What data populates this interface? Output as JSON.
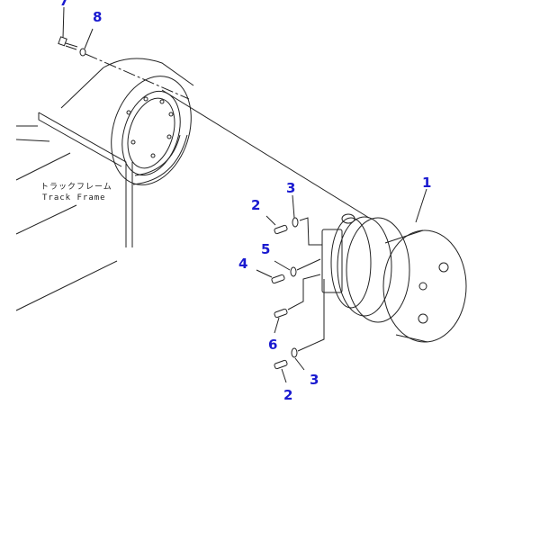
{
  "diagram": {
    "frame_label_jp": "トラックフレーム",
    "frame_label_en": "Track Frame",
    "callouts": {
      "c7": "7",
      "c8": "8",
      "c1": "1",
      "c3a": "3",
      "c2a": "2",
      "c5": "5",
      "c4": "4",
      "c6": "6",
      "c3b": "3",
      "c2b": "2"
    },
    "callout_color": "#1a1ad0"
  }
}
